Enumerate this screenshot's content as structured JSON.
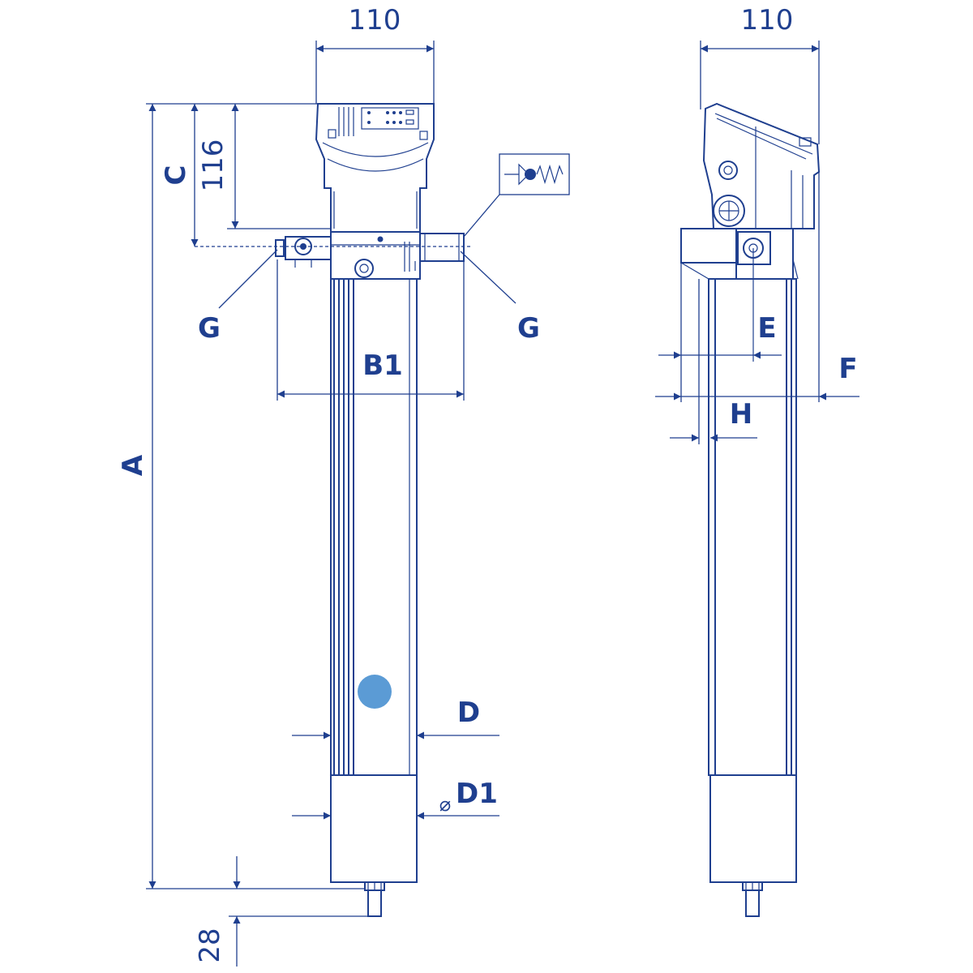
{
  "colors": {
    "line": "#1f3f8f",
    "indicator": "#5b9bd5",
    "background": "#ffffff"
  },
  "front_view": {
    "dim_width": "110",
    "dim_height_upper": "116",
    "dim_bottom": "28",
    "label_A": "A",
    "label_C": "C",
    "label_B1": "B1",
    "label_D": "D",
    "label_D1": "D1",
    "diameter_symbol": "⌀",
    "label_G_left": "G",
    "label_G_right": "G"
  },
  "side_view": {
    "dim_width": "110",
    "label_E": "E",
    "label_F": "F",
    "label_H": "H"
  },
  "icons": {
    "valve_symbol": "check-valve-spring-icon",
    "indicator_dot": "status-indicator-icon"
  }
}
